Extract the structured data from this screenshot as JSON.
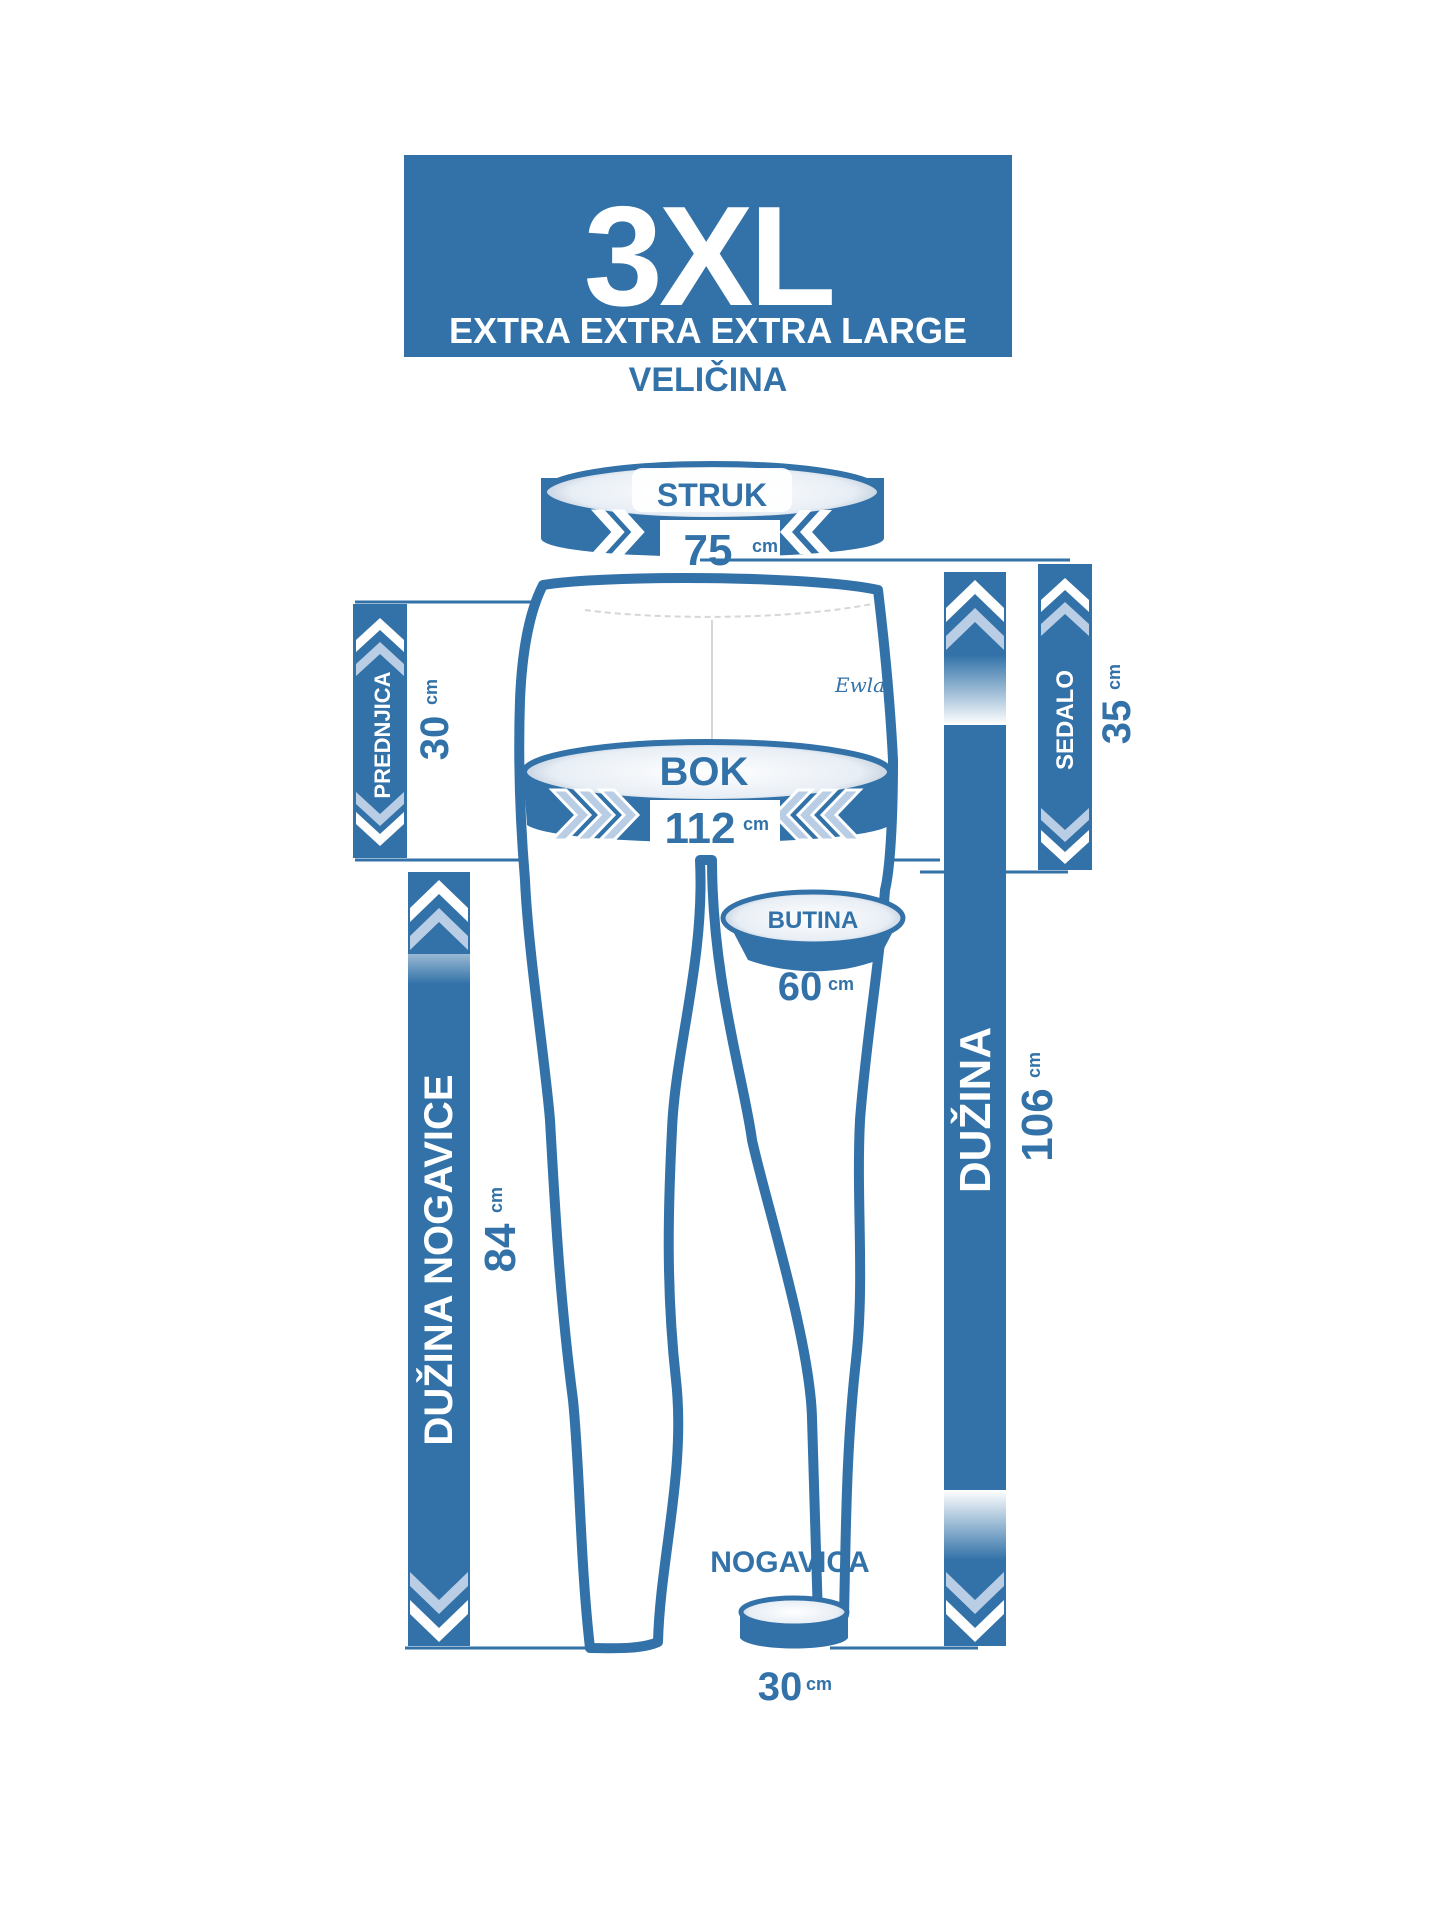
{
  "header": {
    "size": "3XL",
    "size_full": "EXTRA EXTRA EXTRA LARGE",
    "caption": "VELIČINA"
  },
  "brand": "Ewla",
  "unit": "cm",
  "measurements": {
    "waist": {
      "label": "STRUK",
      "value": "75"
    },
    "hip": {
      "label": "BOK",
      "value": "112"
    },
    "thigh": {
      "label": "BUTINA",
      "value": "60"
    },
    "front_rise": {
      "label": "PREDNJICA",
      "value": "30"
    },
    "back_rise": {
      "label": "SEDALO",
      "value": "35"
    },
    "inseam": {
      "label": "DUŽINA NOGAVICE",
      "value": "84"
    },
    "length": {
      "label": "DUŽINA",
      "value": "106"
    },
    "leg_opening": {
      "label": "NOGAVICA",
      "value": "30"
    }
  },
  "colors": {
    "primary": "#3272a8",
    "light": "#b9cde4",
    "white": "#ffffff"
  }
}
